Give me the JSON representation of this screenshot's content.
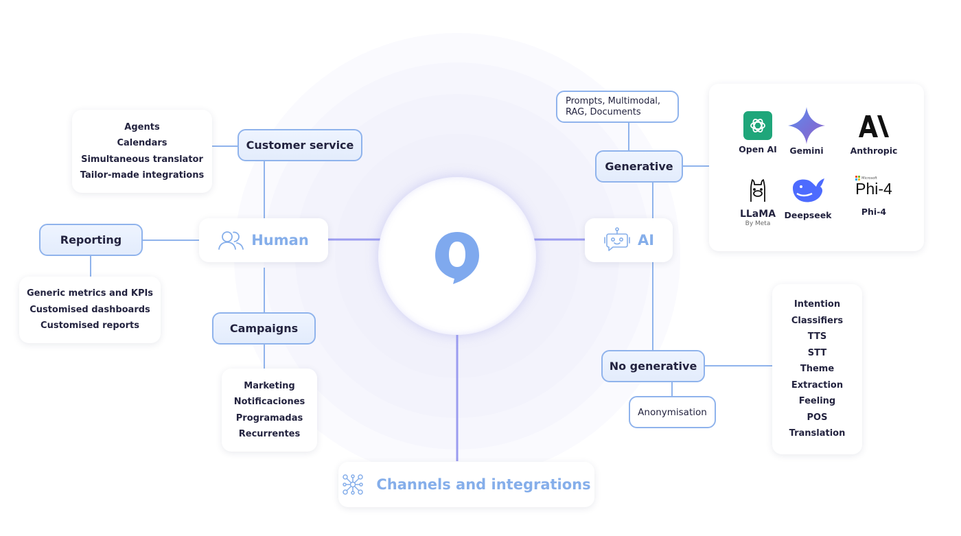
{
  "center": {
    "logo_icon": "speech-bubble-logo-icon"
  },
  "human": {
    "label": "Human",
    "icon": "users-icon",
    "customer_service": {
      "label": "Customer service",
      "items": [
        "Agents",
        "Calendars",
        "Simultaneous translator",
        "Tailor-made integrations"
      ]
    },
    "reporting": {
      "label": "Reporting",
      "items": [
        "Generic metrics and KPIs",
        "Customised dashboards",
        "Customised reports"
      ]
    },
    "campaigns": {
      "label": "Campaigns",
      "items": [
        "Marketing",
        "Notificaciones",
        "Programadas",
        "Recurrentes"
      ]
    }
  },
  "ai": {
    "label": "AI",
    "icon": "robot-icon",
    "generative": {
      "label": "Generative",
      "note": [
        "Prompts, Multimodal,",
        "RAG, Documents"
      ],
      "providers": [
        {
          "name": "Open AI",
          "icon": "openai-icon",
          "color": "#1fa67a"
        },
        {
          "name": "Gemini",
          "icon": "gemini-icon",
          "color": "#6a7be0"
        },
        {
          "name": "Anthropic",
          "icon": "anthropic-icon",
          "color": "#111111"
        },
        {
          "name": "LLaMA",
          "sub": "By Meta",
          "icon": "llama-icon",
          "color": "#111111"
        },
        {
          "name": "Deepseek",
          "icon": "deepseek-icon",
          "color": "#4d6bfe"
        },
        {
          "name": "Phi-4",
          "icon": "phi4-icon",
          "logo_text": "Phi-4",
          "logo_sub": "Microsoft",
          "color": "#111111"
        }
      ]
    },
    "no_generative": {
      "label": "No generative",
      "note": "Anonymisation",
      "items": [
        "Intention",
        "Classifiers",
        "TTS",
        "STT",
        "Theme",
        "Extraction",
        "Feeling",
        "POS",
        "Translation"
      ]
    }
  },
  "channels": {
    "label": "Channels and integrations",
    "icon": "network-icon"
  },
  "colors": {
    "accent": "#85aeea",
    "border": "#8fb3ec",
    "connector": "#8fb3ec",
    "center_connector": "#9b9cf0",
    "text": "#23233f"
  }
}
